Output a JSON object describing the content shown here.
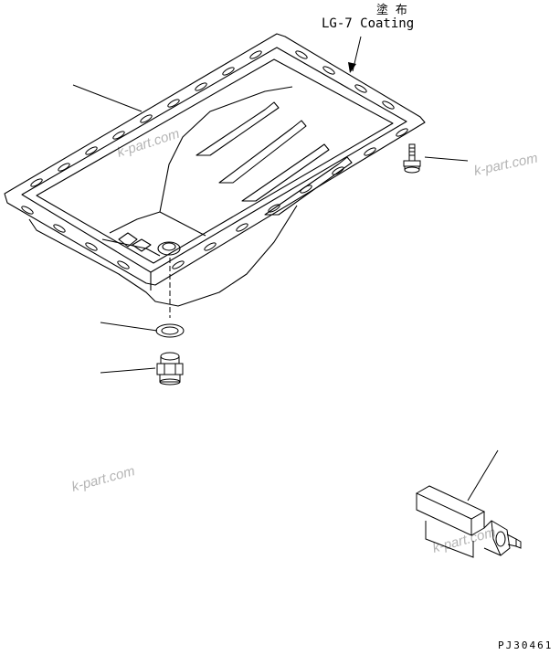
{
  "callout": {
    "kanji": "塗 布",
    "label": "LG-7 Coating"
  },
  "watermarks": [
    "k-part.com",
    "k-part.com",
    "k-part.com",
    "k-part.com"
  ],
  "drawing_number": "PJ30461"
}
